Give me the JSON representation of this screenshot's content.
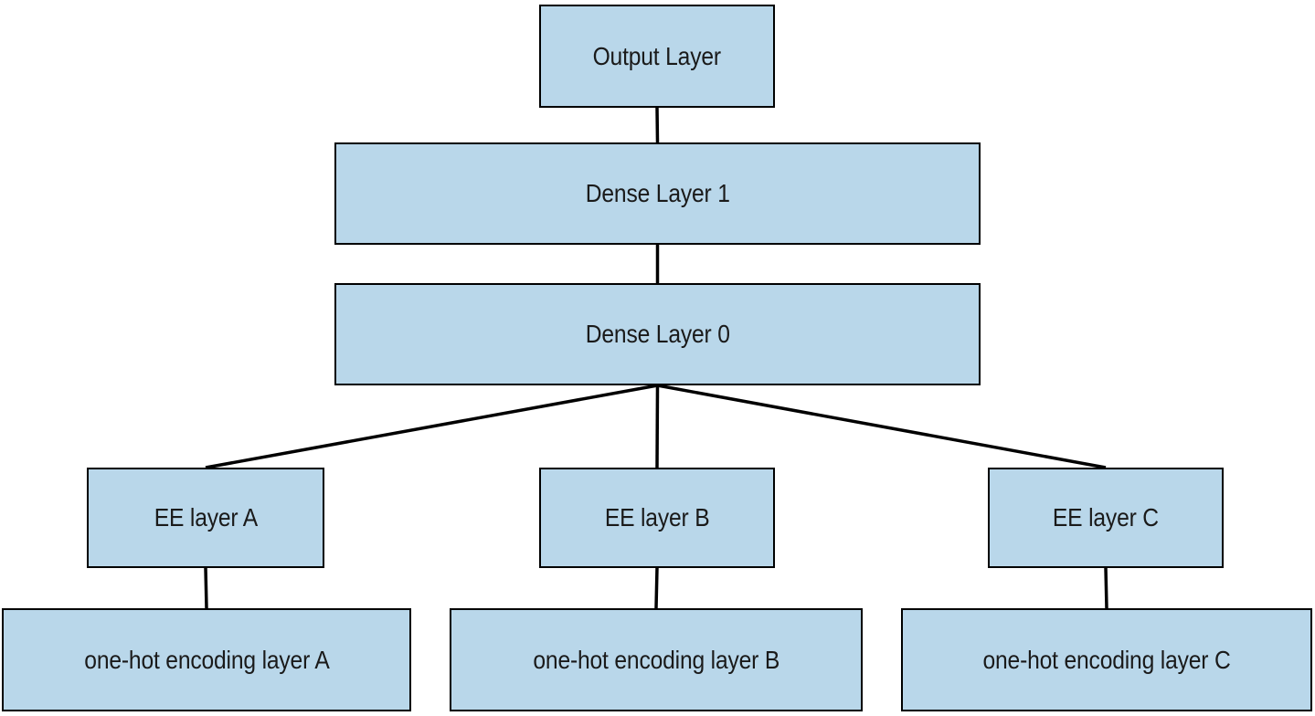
{
  "diagram": {
    "type": "neural-network-architecture",
    "nodes": {
      "output": {
        "label": "Output Layer"
      },
      "dense1": {
        "label": "Dense Layer 1"
      },
      "dense0": {
        "label": "Dense Layer 0"
      },
      "ee_a": {
        "label": "EE layer A"
      },
      "ee_b": {
        "label": "EE layer B"
      },
      "ee_c": {
        "label": "EE layer C"
      },
      "onehot_a": {
        "label": "one-hot encoding layer A"
      },
      "onehot_b": {
        "label": "one-hot encoding layer B"
      },
      "onehot_c": {
        "label": "one-hot encoding layer C"
      }
    },
    "edges": [
      {
        "from": "output",
        "to": "dense1"
      },
      {
        "from": "dense1",
        "to": "dense0"
      },
      {
        "from": "dense0",
        "to": "ee_a"
      },
      {
        "from": "dense0",
        "to": "ee_b"
      },
      {
        "from": "dense0",
        "to": "ee_c"
      },
      {
        "from": "ee_a",
        "to": "onehot_a"
      },
      {
        "from": "ee_b",
        "to": "onehot_b"
      },
      {
        "from": "ee_c",
        "to": "onehot_c"
      }
    ],
    "colors": {
      "box_fill": "#b9d7ea",
      "box_border": "#000000",
      "connector": "#000000",
      "background": "#ffffff",
      "text": "#1a1a1a"
    },
    "connector_width": 3.5
  }
}
